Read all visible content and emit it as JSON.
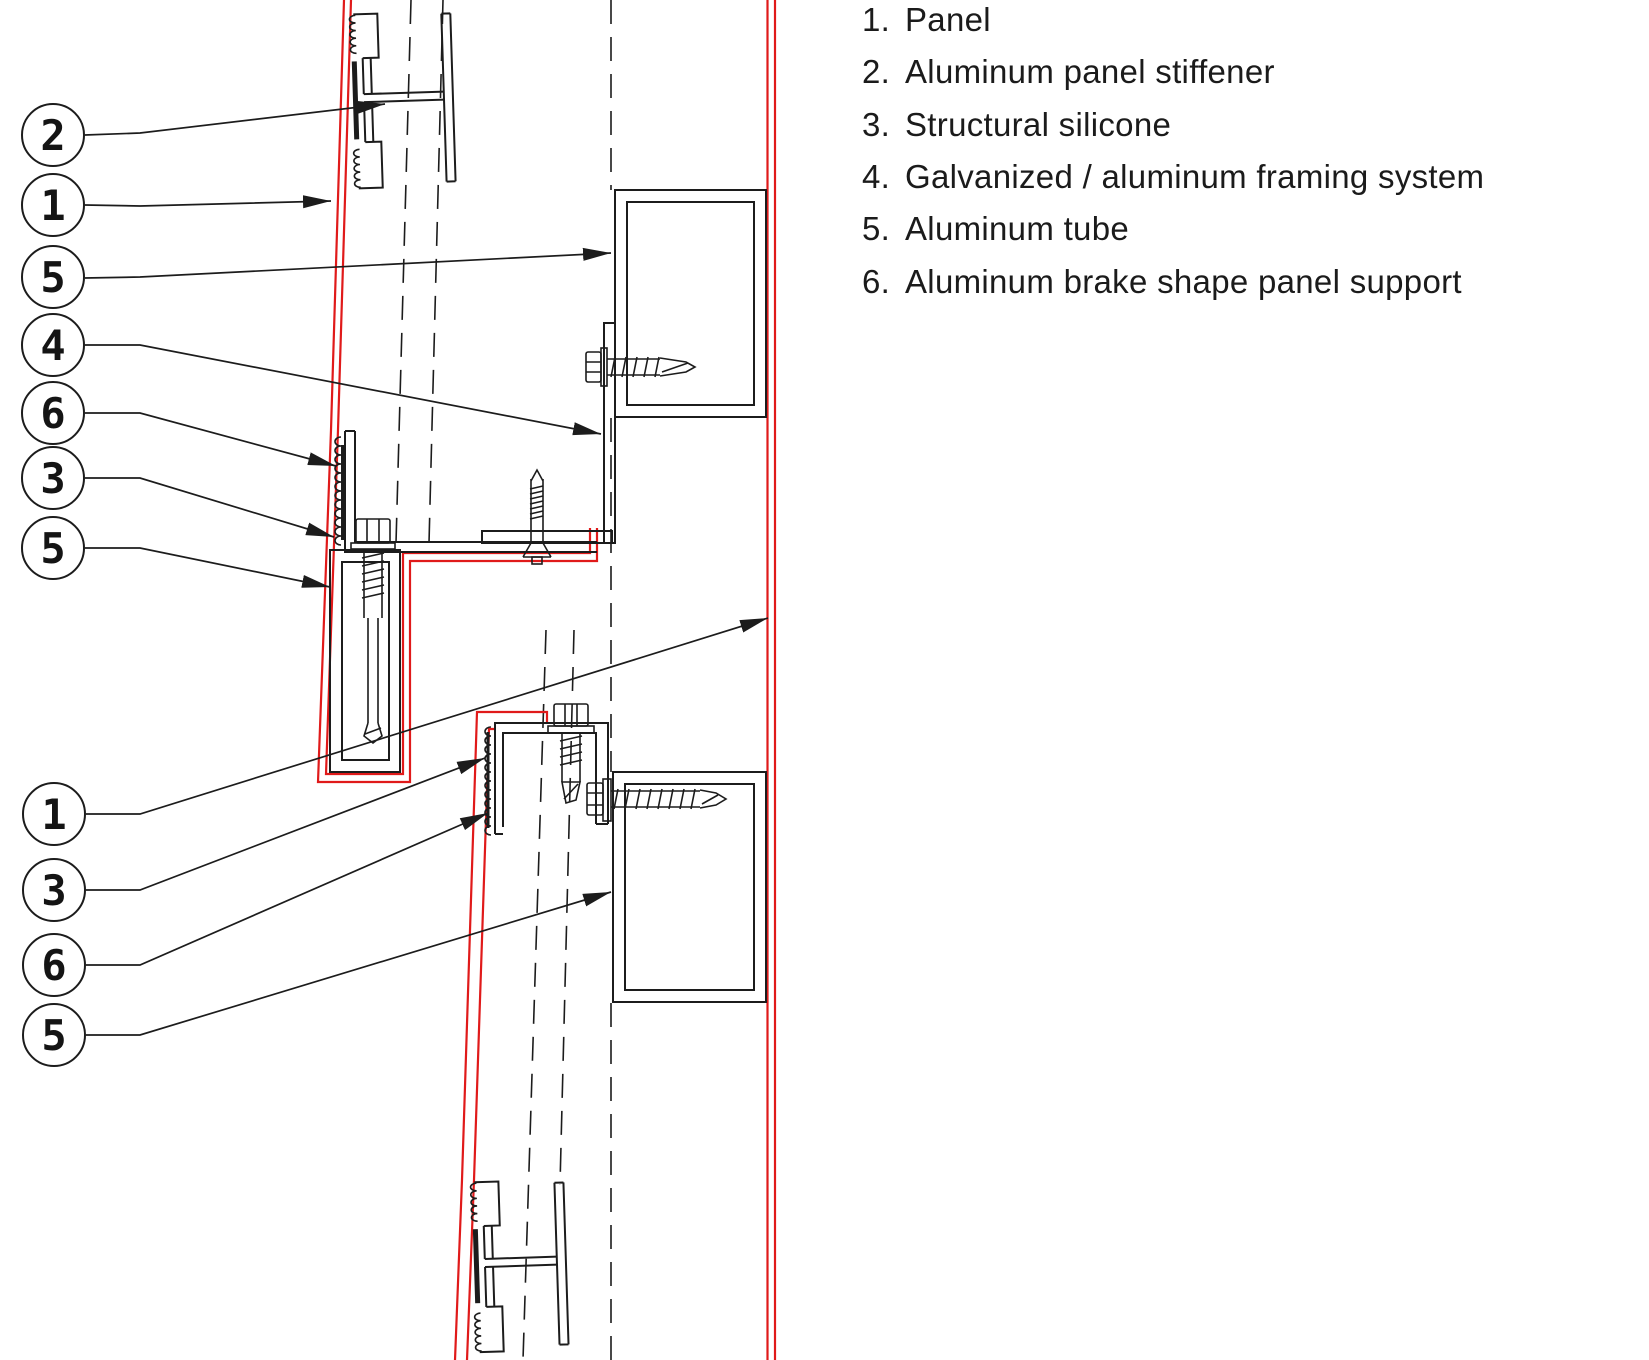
{
  "theme": {
    "line": "#1c1c1c",
    "red": "#e01a1a",
    "bg": "#ffffff"
  },
  "legend": {
    "items": [
      {
        "num": "1.",
        "label": "Panel"
      },
      {
        "num": "2.",
        "label": "Aluminum panel stiffener"
      },
      {
        "num": "3.",
        "label": "Structural silicone"
      },
      {
        "num": "4.",
        "label": "Galvanized / aluminum framing system"
      },
      {
        "num": "5.",
        "label": "Aluminum tube"
      },
      {
        "num": "6.",
        "label": "Aluminum brake shape panel support"
      }
    ]
  },
  "callouts": [
    {
      "label": "2",
      "points_to": "aluminum-panel-stiffener"
    },
    {
      "label": "1",
      "points_to": "panel"
    },
    {
      "label": "5",
      "points_to": "upper-aluminum-tube"
    },
    {
      "label": "4",
      "points_to": "framing-system"
    },
    {
      "label": "6",
      "points_to": "brake-shape-panel-support"
    },
    {
      "label": "3",
      "points_to": "structural-silicone"
    },
    {
      "label": "5",
      "points_to": "middle-aluminum-tube"
    },
    {
      "label": "1",
      "points_to": "panel"
    },
    {
      "label": "3",
      "points_to": "structural-silicone"
    },
    {
      "label": "6",
      "points_to": "brake-shape-panel-support"
    },
    {
      "label": "5",
      "points_to": "lower-aluminum-tube"
    }
  ]
}
